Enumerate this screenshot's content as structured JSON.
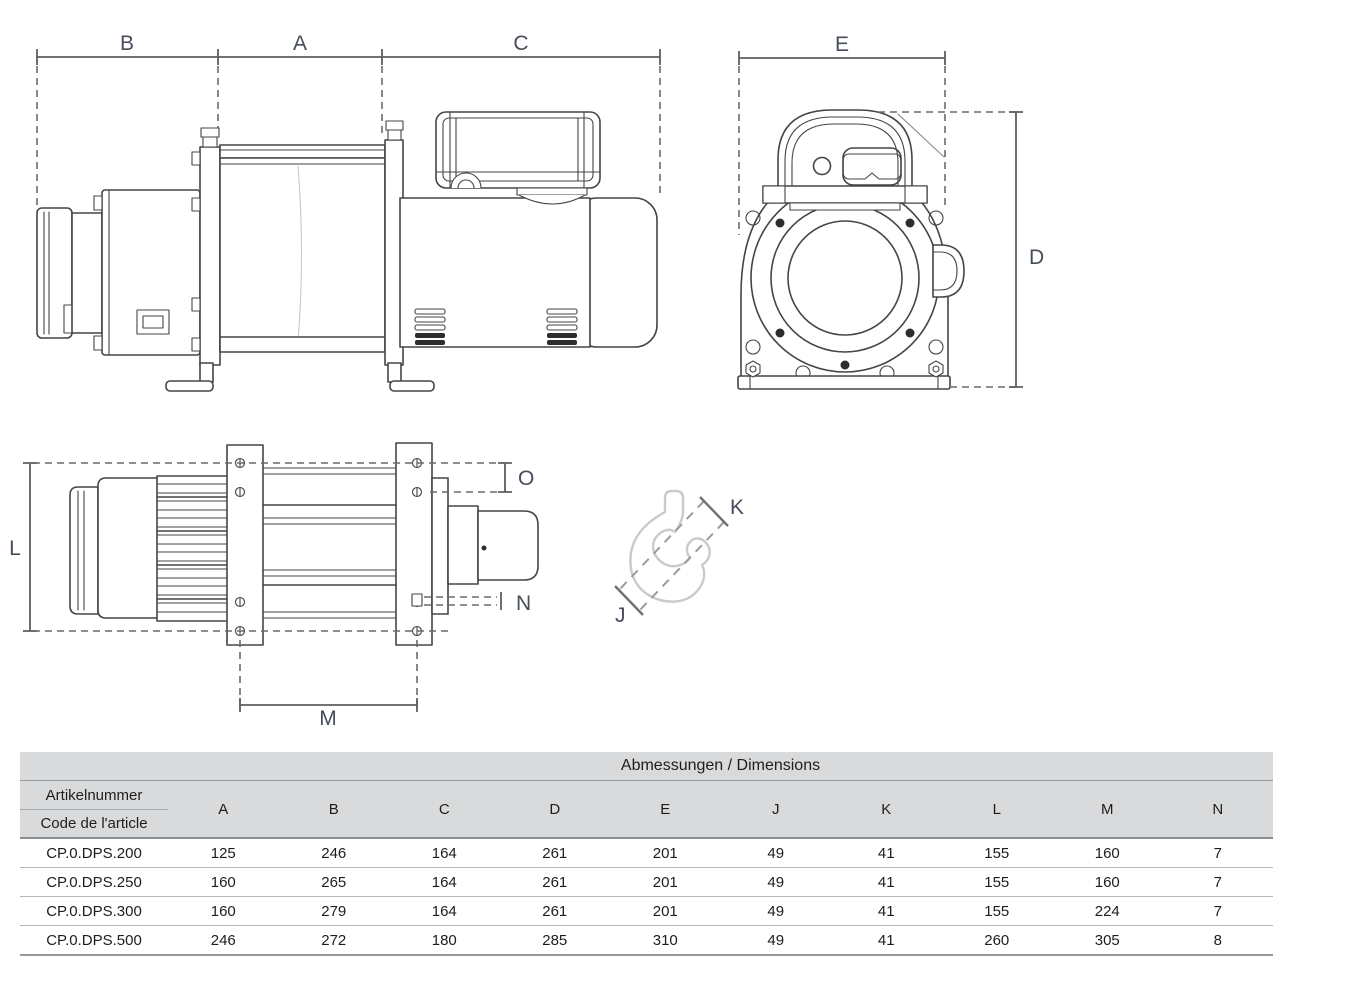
{
  "drawings": {
    "side_view": {
      "dims": {
        "b": "B",
        "a": "A",
        "c": "C"
      }
    },
    "front_view": {
      "dims": {
        "e": "E",
        "d": "D"
      }
    },
    "top_view": {
      "dims": {
        "l": "L",
        "o": "O",
        "n": "N",
        "m": "M"
      }
    },
    "hook_view": {
      "dims": {
        "k": "K",
        "j": "J"
      }
    },
    "colors": {
      "line": "#454545",
      "dim_label": "#454e5a",
      "hook_line": "#c9cacb"
    }
  },
  "table": {
    "title": "Abmessungen / Dimensions",
    "article_header_line1": "Artikelnummer",
    "article_header_line2": "Code de l'article",
    "dim_columns": [
      "A",
      "B",
      "C",
      "D",
      "E",
      "J",
      "K",
      "L",
      "M",
      "N"
    ],
    "rows": [
      {
        "code": "CP.0.DPS.200",
        "values": [
          "125",
          "246",
          "164",
          "261",
          "201",
          "49",
          "41",
          "155",
          "160",
          "7"
        ]
      },
      {
        "code": "CP.0.DPS.250",
        "values": [
          "160",
          "265",
          "164",
          "261",
          "201",
          "49",
          "41",
          "155",
          "160",
          "7"
        ]
      },
      {
        "code": "CP.0.DPS.300",
        "values": [
          "160",
          "279",
          "164",
          "261",
          "201",
          "49",
          "41",
          "155",
          "224",
          "7"
        ]
      },
      {
        "code": "CP.0.DPS.500",
        "values": [
          "246",
          "272",
          "180",
          "285",
          "310",
          "49",
          "41",
          "260",
          "305",
          "8"
        ]
      }
    ],
    "colors": {
      "header_bg": "#d9dadb",
      "text": "#1d1d1d"
    }
  }
}
